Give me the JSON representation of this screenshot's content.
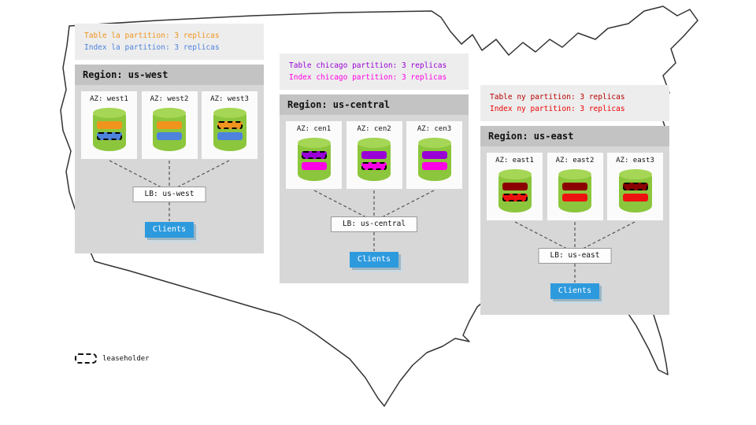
{
  "legend": {
    "label": "leaseholder"
  },
  "regions": [
    {
      "name": "us-west",
      "title": "Region: us-west",
      "annotation_lines": [
        {
          "text": "Table la partition: 3 replicas",
          "color": "#f0941e"
        },
        {
          "text": "Index la partition: 3 replicas",
          "color": "#4d82dd"
        }
      ],
      "azs": [
        {
          "label": "AZ: west1",
          "bars": [
            {
              "type": "table",
              "color": "#f0941e",
              "leaseholder": false
            },
            {
              "type": "index",
              "color": "#4d82dd",
              "leaseholder": true
            }
          ]
        },
        {
          "label": "AZ: west2",
          "bars": [
            {
              "type": "table",
              "color": "#f0941e",
              "leaseholder": false
            },
            {
              "type": "index",
              "color": "#4d82dd",
              "leaseholder": false
            }
          ]
        },
        {
          "label": "AZ: west3",
          "bars": [
            {
              "type": "table",
              "color": "#f0941e",
              "leaseholder": true
            },
            {
              "type": "index",
              "color": "#4d82dd",
              "leaseholder": false
            }
          ]
        }
      ],
      "lb_label": "LB: us-west",
      "clients_label": "Clients"
    },
    {
      "name": "us-central",
      "title": "Region: us-central",
      "annotation_lines": [
        {
          "text": "Table chicago partition: 3 replicas",
          "color": "#9900d6"
        },
        {
          "text": "Index chicago partition: 3 replicas",
          "color": "#ff00e6"
        }
      ],
      "azs": [
        {
          "label": "AZ: cen1",
          "bars": [
            {
              "type": "table",
              "color": "#9900d6",
              "leaseholder": true
            },
            {
              "type": "index",
              "color": "#ff00e6",
              "leaseholder": false
            }
          ]
        },
        {
          "label": "AZ: cen2",
          "bars": [
            {
              "type": "table",
              "color": "#9900d6",
              "leaseholder": false
            },
            {
              "type": "index",
              "color": "#ff00e6",
              "leaseholder": true
            }
          ]
        },
        {
          "label": "AZ: cen3",
          "bars": [
            {
              "type": "table",
              "color": "#9900d6",
              "leaseholder": false
            },
            {
              "type": "index",
              "color": "#ff00e6",
              "leaseholder": false
            }
          ]
        }
      ],
      "lb_label": "LB: us-central",
      "clients_label": "Clients"
    },
    {
      "name": "us-east",
      "title": "Region: us-east",
      "annotation_lines": [
        {
          "text": "Table ny partition: 3 replicas",
          "color": "#b80000"
        },
        {
          "text": "Index ny partition: 3 replicas",
          "color": "#ee0000"
        }
      ],
      "azs": [
        {
          "label": "AZ: east1",
          "bars": [
            {
              "type": "table",
              "color": "#8b0000",
              "leaseholder": false
            },
            {
              "type": "index",
              "color": "#ee1111",
              "leaseholder": true
            }
          ]
        },
        {
          "label": "AZ: east2",
          "bars": [
            {
              "type": "table",
              "color": "#8b0000",
              "leaseholder": false
            },
            {
              "type": "index",
              "color": "#ee1111",
              "leaseholder": false
            }
          ]
        },
        {
          "label": "AZ: east3",
          "bars": [
            {
              "type": "table",
              "color": "#8b0000",
              "leaseholder": true
            },
            {
              "type": "index",
              "color": "#ee1111",
              "leaseholder": false
            }
          ]
        }
      ],
      "lb_label": "LB: us-east",
      "clients_label": "Clients"
    }
  ]
}
